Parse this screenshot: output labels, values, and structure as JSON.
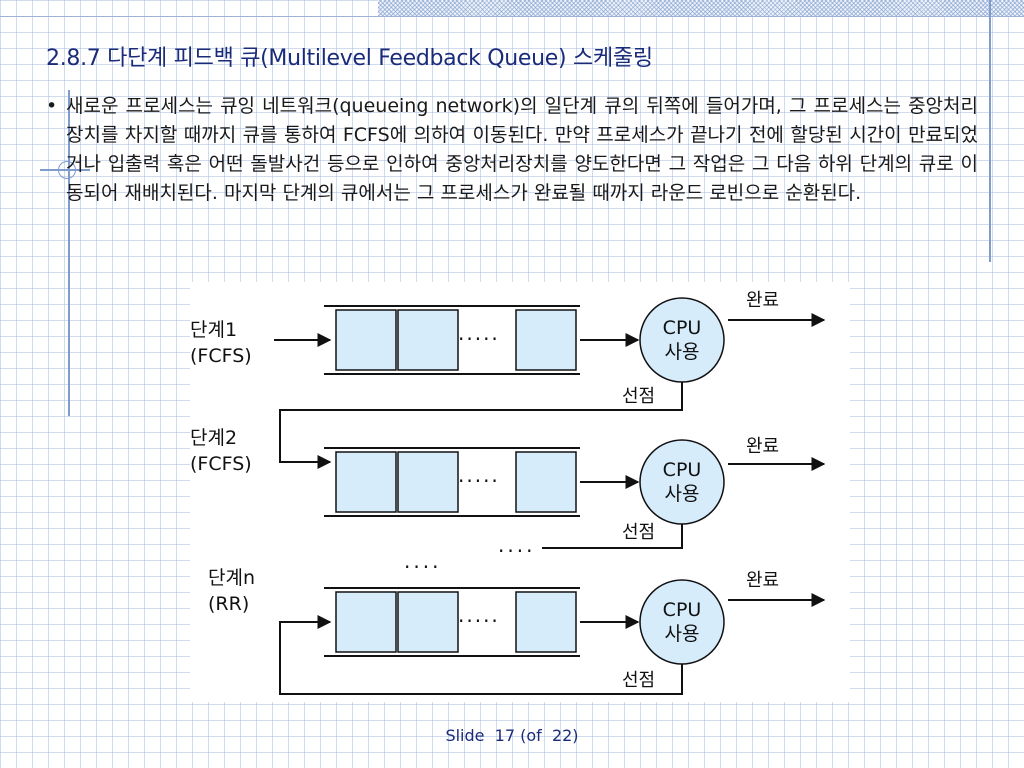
{
  "slide": {
    "title": "2.8.7 다단계 피드백 큐(Multilevel Feedback Queue) 스케줄링",
    "bullet": "•",
    "body": "새로운 프로세스는 큐잉 네트워크(queueing network)의 일단계 큐의 뒤쪽에 들어가며, 그 프로세스는 중앙처리장치를 차지할 때까지 큐를 통하여 FCFS에 의하여 이동된다. 만약 프로세스가 끝나기 전에 할당된 시간이 만료되었거나 입출력 혹은 어떤 돌발사건 등으로 인하여 중앙처리장치를 양도한다면 그 작업은 그 다음 하위 단계의 큐로 이동되어 재배치된다. 마지막 단계의 큐에서는 그 프로세스가 완료될 때까지 라운드 로빈으로 순환된다.",
    "footer": "Slide  17 (of  22)"
  },
  "diagram": {
    "levels": [
      {
        "name": "단계1",
        "policy": "(FCFS)",
        "cpu": "CPU",
        "cpu_sub": "사용",
        "done": "완료",
        "preempt": "선점",
        "dots": "·····"
      },
      {
        "name": "단계2",
        "policy": "(FCFS)",
        "cpu": "CPU",
        "cpu_sub": "사용",
        "done": "완료",
        "preempt": "선점",
        "dots": "·····"
      },
      {
        "name": "단계n",
        "policy": "(RR)",
        "cpu": "CPU",
        "cpu_sub": "사용",
        "done": "완료",
        "preempt": "선점",
        "dots": "·····"
      }
    ],
    "between_dots_right": "····",
    "between_dots_left": "····"
  },
  "colors": {
    "title": "#1a2b7a",
    "queue_fill": "#d7ecfb",
    "cpu_fill": "#d7ecfb",
    "grid": "#aabee1"
  }
}
